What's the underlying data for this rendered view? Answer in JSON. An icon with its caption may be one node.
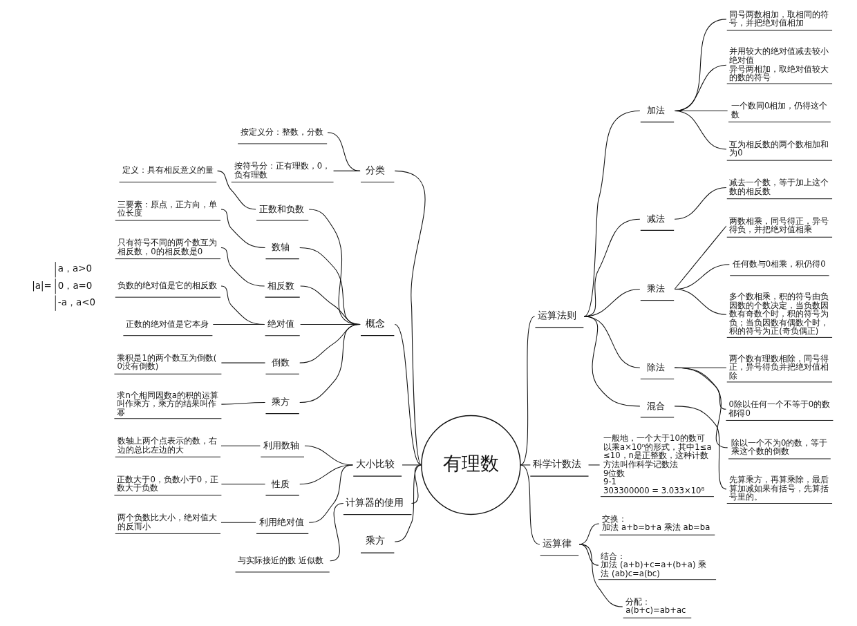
{
  "diagram": {
    "nodes": [
      {
        "text": [
          "有理数"
        ]
      },
      {
        "text": [
          "分类"
        ]
      },
      {
        "text": [
          "按定义分：整数，分数"
        ]
      },
      {
        "text": [
          "按符号分：正有理数，0，负有理数"
        ]
      },
      {
        "text": [
          "概念"
        ]
      },
      {
        "text": [
          "正数和负数"
        ]
      },
      {
        "text": [
          "定义：具有相反意义的量"
        ]
      },
      {
        "text": [
          "数轴"
        ]
      },
      {
        "text": [
          "三要素：原点，正方向，单位长度"
        ]
      },
      {
        "text": [
          "相反数"
        ]
      },
      {
        "text": [
          "只有符号不同的两个数互为相反数，0的相反数是0"
        ]
      },
      {
        "text": [
          "绝对值"
        ]
      },
      {
        "text": [
          "负数的绝对值是它的相反数"
        ]
      },
      {
        "text": [
          "正数的绝对值是它本身"
        ]
      },
      {
        "text": [
          "倒数"
        ]
      },
      {
        "text": [
          "乘积是1的两个数互为倒数(0没有倒数)"
        ]
      },
      {
        "text": [
          "乘方"
        ]
      },
      {
        "text": [
          "求n个相同因数a的积的运算叫作乘方，乘方的结果叫作幂"
        ]
      },
      {
        "text": [
          "大小比较"
        ]
      },
      {
        "text": [
          "利用数轴"
        ]
      },
      {
        "text": [
          "数轴上两个点表示的数，右边的总比左边的大"
        ]
      },
      {
        "text": [
          "性质"
        ]
      },
      {
        "text": [
          "正数大于0，负数小于0，正数大于负数"
        ]
      },
      {
        "text": [
          "利用绝对值"
        ]
      },
      {
        "text": [
          "两个负数比大小，绝对值大的反而小"
        ]
      },
      {
        "text": [
          "计算器的使用"
        ]
      },
      {
        "text": [
          "与实际接近的数 近似数"
        ]
      },
      {
        "text": [
          "乘方"
        ]
      },
      {
        "text": [
          "运算法则"
        ]
      },
      {
        "text": [
          "加法"
        ]
      },
      {
        "text": [
          "同号两数相加，取相同的符号，并把绝对值相加"
        ]
      },
      {
        "text": [
          "并用较大的绝对值减去较小绝对值",
          "异号两相加，取绝对值较大的数的符号"
        ]
      },
      {
        "text": [
          "一个数同0相加，仍得这个数"
        ]
      },
      {
        "text": [
          "互为相反数的两个数相加和为0"
        ]
      },
      {
        "text": [
          "减法"
        ]
      },
      {
        "text": [
          "减去一个数，等于加上这个数的相反数"
        ]
      },
      {
        "text": [
          "乘法"
        ]
      },
      {
        "text": [
          "两数相乘，同号得正，异号得负，并把绝对值相乘"
        ]
      },
      {
        "text": [
          "任何数与0相乘，积仍得0"
        ]
      },
      {
        "text": [
          "多个数相乘，积的符号由负因数的个数决定，当负数因数有奇数个时，积的符号为负；当负因数有偶数个时，积的符号为正(奇负偶正)"
        ]
      },
      {
        "text": [
          "除法"
        ]
      },
      {
        "text": [
          "两个数有理数相除，同号得正，异号得负并把绝对值相除"
        ]
      },
      {
        "text": [
          "0除以任何一个不等于0的数都得0"
        ]
      },
      {
        "text": [
          "除以一个不为0的数，等于乘这个数的倒数"
        ]
      },
      {
        "text": [
          "混合"
        ]
      },
      {
        "text": [
          "先算乘方，再算乘除，最后算加减如果有括号，先算括号里的。"
        ]
      },
      {
        "text": [
          "科学计数法"
        ]
      },
      {
        "text": [
          "一般地，一个大于10的数可以乘a×10ⁿ的形式，其中1≤a≤10，n是正整数，这种计数方法叫作科学记数法",
          "9位数",
          "9-1",
          "303300000 = 3.033×10⁸"
        ]
      },
      {
        "text": [
          "运算律"
        ]
      },
      {
        "text": [
          "交换：",
          "加法 a+b=b+a 乘法 ab=ba"
        ]
      },
      {
        "text": [
          "结合：",
          "加法 (a+b)+c=a+(b+a) 乘法 (ab)c=a(bc)"
        ]
      },
      {
        "text": [
          "分配：",
          "a(b+c)=ab+ac"
        ]
      }
    ],
    "edges": [
      {
        "from": 2,
        "to": 1,
        "arrow": "none"
      },
      {
        "from": 3,
        "to": 1,
        "arrow": "none"
      },
      {
        "from": 1,
        "to": 0,
        "arrow": "none"
      },
      {
        "from": 6,
        "to": 5,
        "arrow": "none"
      },
      {
        "from": 5,
        "to": 4,
        "arrow": "none"
      },
      {
        "from": 8,
        "to": 7,
        "arrow": "none"
      },
      {
        "from": 7,
        "to": 4,
        "arrow": "none"
      },
      {
        "from": 10,
        "to": 9,
        "arrow": "none"
      },
      {
        "from": 9,
        "to": 4,
        "arrow": "none"
      },
      {
        "from": 12,
        "to": 11,
        "arrow": "none"
      },
      {
        "from": 13,
        "to": 11,
        "arrow": "none"
      },
      {
        "from": 11,
        "to": 4,
        "arrow": "none"
      },
      {
        "from": 15,
        "to": 14,
        "arrow": "none"
      },
      {
        "from": 14,
        "to": 4,
        "arrow": "none"
      },
      {
        "from": 17,
        "to": 16,
        "arrow": "none"
      },
      {
        "from": 16,
        "to": 4,
        "arrow": "none"
      },
      {
        "from": 4,
        "to": 0,
        "arrow": "none"
      },
      {
        "from": 20,
        "to": 19,
        "arrow": "none"
      },
      {
        "from": 19,
        "to": 18,
        "arrow": "none"
      },
      {
        "from": 22,
        "to": 21,
        "arrow": "none"
      },
      {
        "from": 21,
        "to": 18,
        "arrow": "none"
      },
      {
        "from": 24,
        "to": 23,
        "arrow": "none"
      },
      {
        "from": 23,
        "to": 18,
        "arrow": "none"
      },
      {
        "from": 18,
        "to": 0,
        "arrow": "none"
      },
      {
        "from": 26,
        "to": 25,
        "arrow": "none"
      },
      {
        "from": 25,
        "to": 0,
        "arrow": "none"
      },
      {
        "from": 27,
        "to": 0,
        "arrow": "none"
      },
      {
        "from": 0,
        "to": 28,
        "arrow": "none"
      },
      {
        "from": 28,
        "to": 29,
        "arrow": "none"
      },
      {
        "from": 29,
        "to": 30,
        "arrow": "none"
      },
      {
        "from": 29,
        "to": 31,
        "arrow": "none"
      },
      {
        "from": 29,
        "to": 32,
        "arrow": "none"
      },
      {
        "from": 29,
        "to": 33,
        "arrow": "none"
      },
      {
        "from": 28,
        "to": 34,
        "arrow": "none"
      },
      {
        "from": 34,
        "to": 35,
        "arrow": "none"
      },
      {
        "from": 28,
        "to": 36,
        "arrow": "none"
      },
      {
        "from": 36,
        "to": 37,
        "arrow": "none"
      },
      {
        "from": 36,
        "to": 38,
        "arrow": "none"
      },
      {
        "from": 36,
        "to": 39,
        "arrow": "none"
      },
      {
        "from": 28,
        "to": 40,
        "arrow": "none"
      },
      {
        "from": 40,
        "to": 41,
        "arrow": "none"
      },
      {
        "from": 40,
        "to": 42,
        "arrow": "none"
      },
      {
        "from": 40,
        "to": 43,
        "arrow": "none"
      },
      {
        "from": 28,
        "to": 44,
        "arrow": "none"
      },
      {
        "from": 44,
        "to": 45,
        "arrow": "none"
      },
      {
        "from": 0,
        "to": 46,
        "arrow": "none"
      },
      {
        "from": 46,
        "to": 47,
        "arrow": "none"
      },
      {
        "from": 0,
        "to": 48,
        "arrow": "none"
      },
      {
        "from": 48,
        "to": 49,
        "arrow": "none"
      },
      {
        "from": 48,
        "to": 50,
        "arrow": "none"
      },
      {
        "from": 48,
        "to": 51,
        "arrow": "none"
      }
    ],
    "labels": [
      "|a|=",
      "a，a>0",
      "0，a=0",
      "-a，a<0"
    ]
  }
}
